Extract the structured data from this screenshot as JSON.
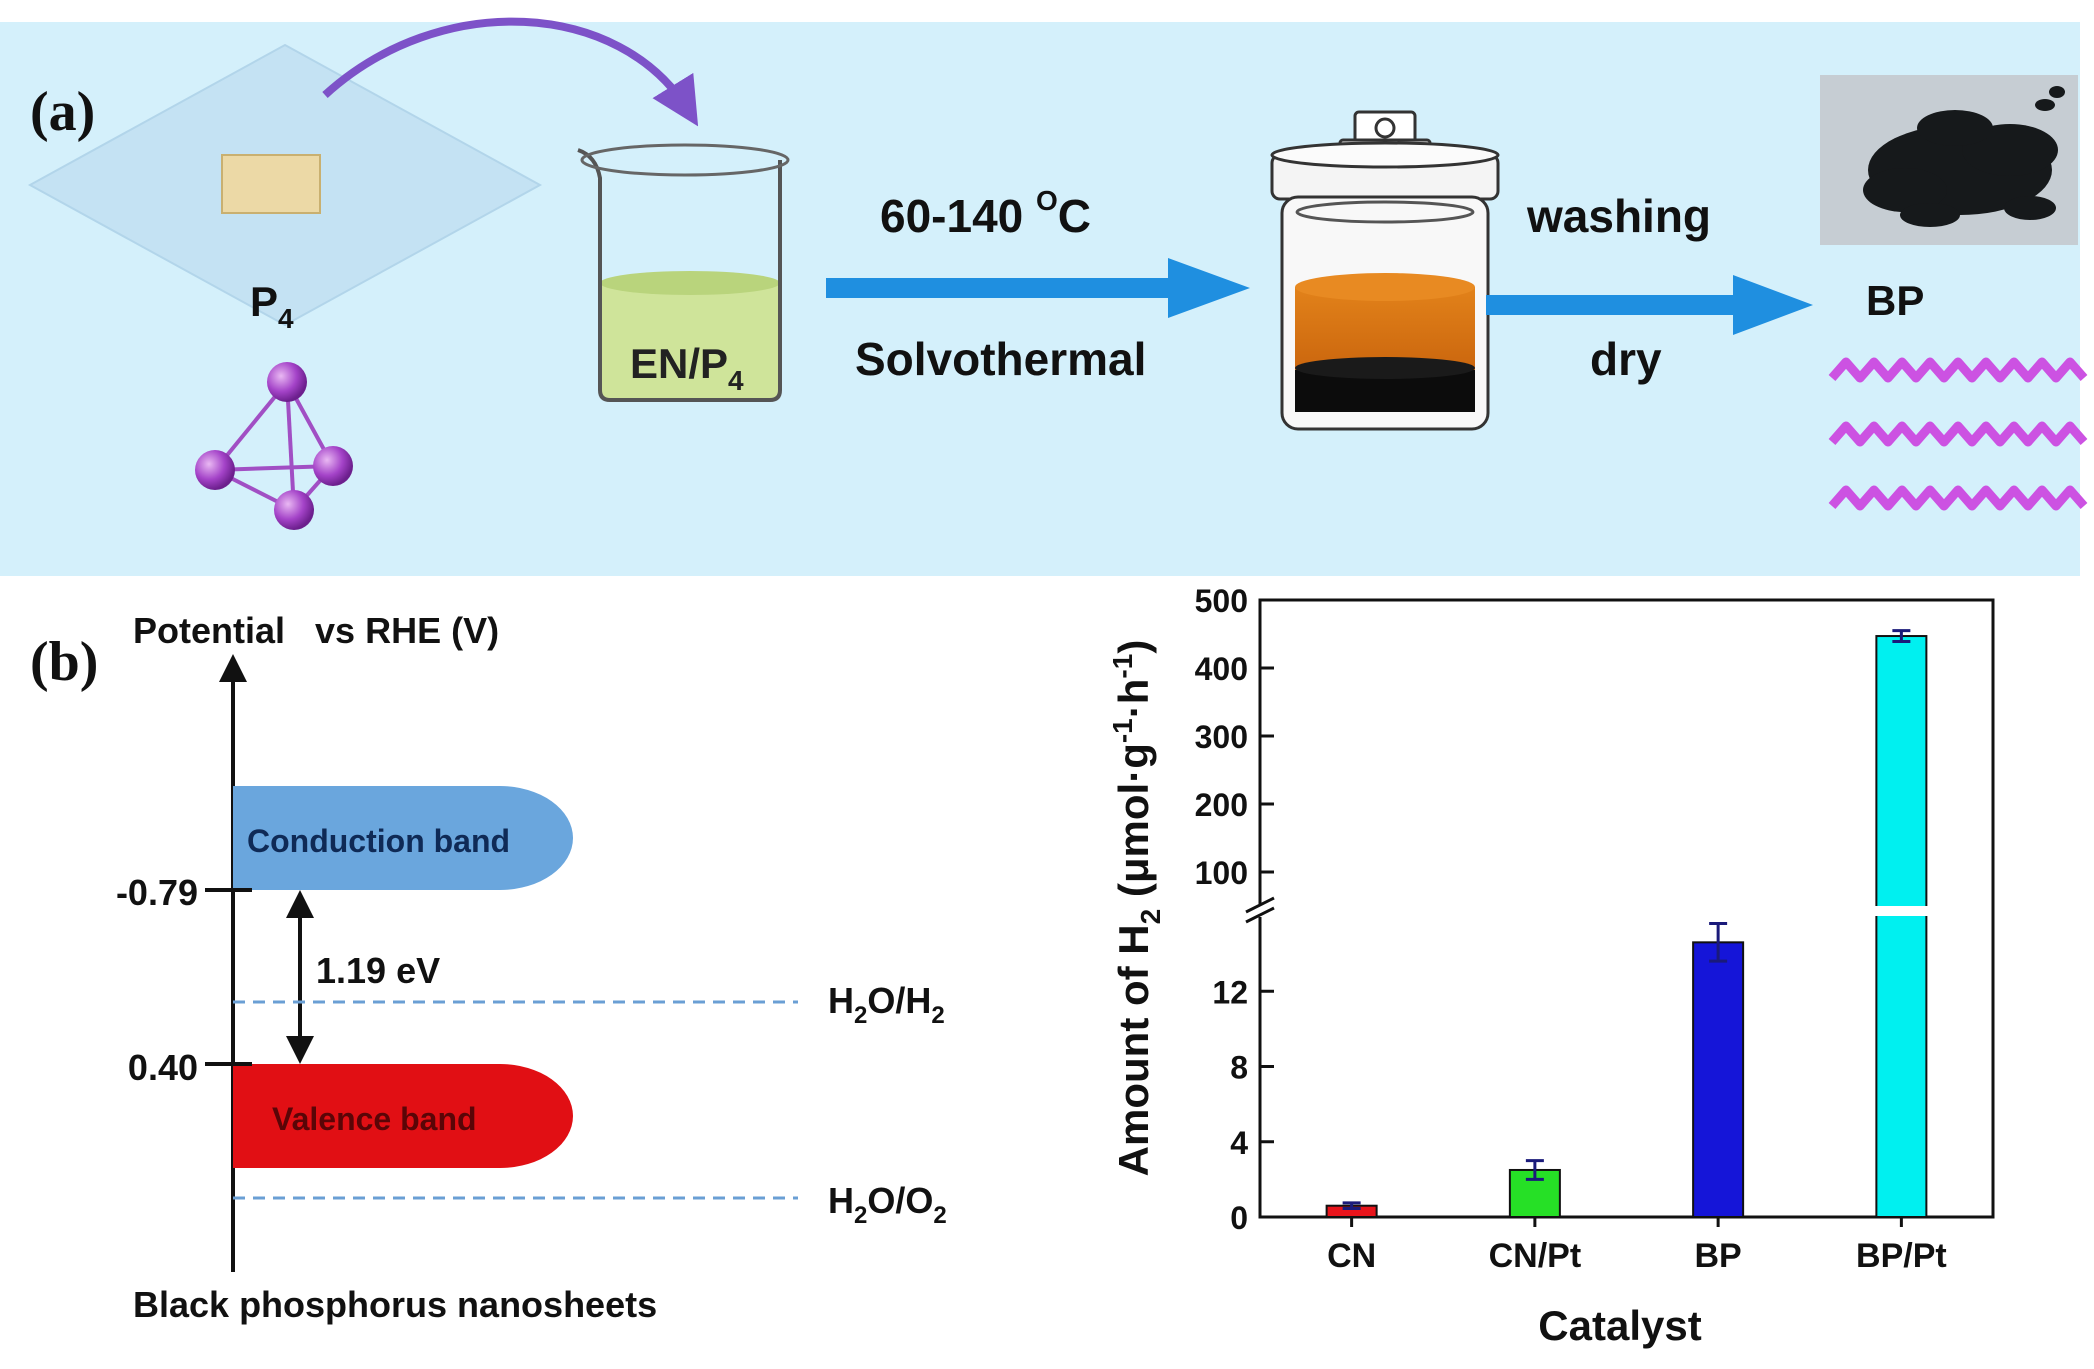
{
  "panel_a": {
    "label": "(a)",
    "p4_label": "P",
    "p4_sub": "4",
    "beaker_label": "EN/P",
    "beaker_sub": "4",
    "step1_top_pre": "60-140 ",
    "step1_top_sup": "O",
    "step1_top_post": "C",
    "step1_bottom": "Solvothermal",
    "step2_top": "washing",
    "step2_bottom": "dry",
    "product_label": "BP"
  },
  "panel_b": {
    "label": "(b)",
    "band_diagram": {
      "axis_title": "Potential   vs RHE (V)",
      "conduction_band": "Conduction band",
      "valence_band": "Valence band",
      "cb_value": "-0.79",
      "vb_value": "0.40",
      "gap": "1.19 eV",
      "level1_pre": "H",
      "level1_sub1": "2",
      "level1_mid": "O/H",
      "level1_sub2": "2",
      "level2_pre": "H",
      "level2_sub1": "2",
      "level2_mid": "O/O",
      "level2_sub2": "2",
      "caption": "Black phosphorus nanosheets"
    }
  },
  "chart_data": {
    "type": "bar",
    "categories": [
      "CN",
      "CN/Pt",
      "BP",
      "BP/Pt"
    ],
    "values": [
      0.6,
      2.5,
      14.6,
      447
    ],
    "errors": [
      0.15,
      0.5,
      1.0,
      8
    ],
    "colors": [
      "#e8141b",
      "#26e026",
      "#1515d8",
      "#00f0f0"
    ],
    "xlabel": "Catalyst",
    "ylabel_pre": "Amount of H",
    "ylabel_sub": "2",
    "ylabel_post": " (μmol·g",
    "ylabel_sup1": "-1",
    "ylabel_mid": "·h",
    "ylabel_sup2": "-1",
    "ylabel_end": ")",
    "axis_break": true,
    "lower_ylim": [
      0,
      16
    ],
    "lower_ticks": [
      0,
      4,
      8,
      12
    ],
    "upper_ylim": [
      50,
      500
    ],
    "upper_ticks": [
      100,
      200,
      300,
      400,
      500
    ]
  }
}
